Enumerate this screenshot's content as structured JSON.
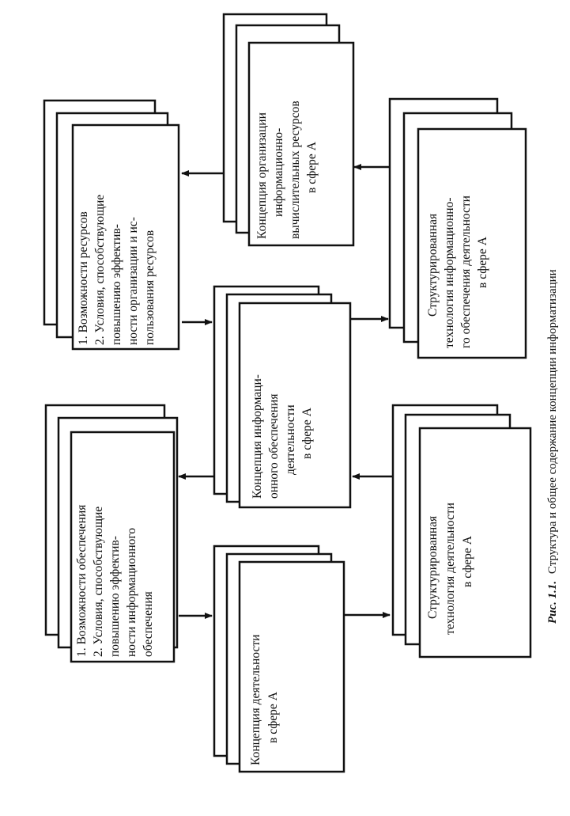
{
  "boxes": {
    "activity": [
      "Концепция деятельности",
      "в сфере А"
    ],
    "info_support": [
      "Концепция информаци-",
      "онного обеспечения",
      "деятельности",
      "в сфере А"
    ],
    "info_computing": [
      "Концепция организации",
      "информационно-",
      "вычислительных ресурсов",
      "в сфере А"
    ],
    "support_capabilities": [
      "1. Возможности обеспечения",
      "2. Условия, способствующие",
      "повышению эффектив-",
      "ности информационного",
      "обеспечения"
    ],
    "resource_capabilities": [
      "1. Возможности ресурсов",
      "2. Условия, способствующие",
      "повышению эффектив-",
      "ности организации и ис-",
      "пользования ресурсов"
    ],
    "structured_activity": [
      "Структурированная",
      "технология деятельности",
      "в сфере А"
    ],
    "structured_info": [
      "Структурированная",
      "технология информационно-",
      "го обеспечения деятельности",
      "в сфере А"
    ]
  },
  "caption": {
    "label": "Рис. 1.1.",
    "text": "Структура и общее содержание концепции информатизации"
  }
}
